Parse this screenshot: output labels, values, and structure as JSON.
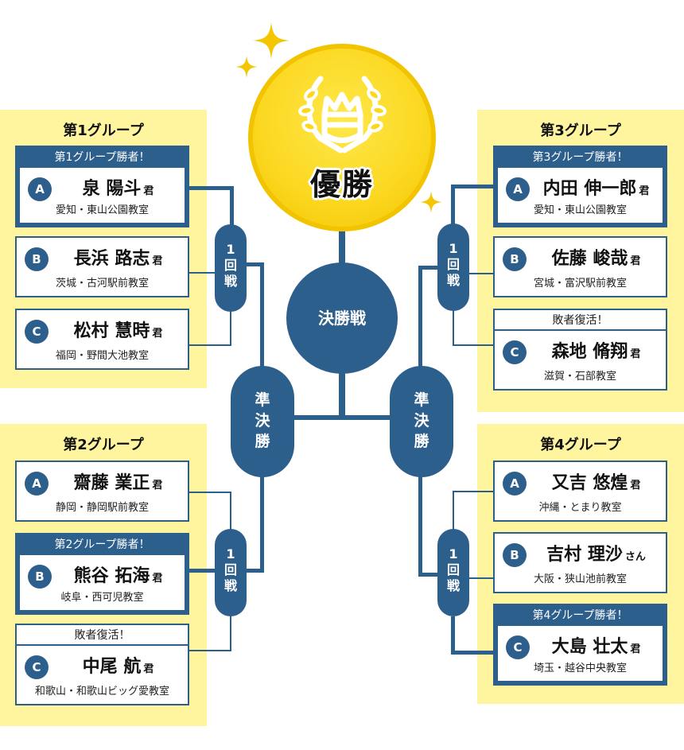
{
  "champion": {
    "label": "優勝",
    "icon": "crown-laurel-icon"
  },
  "rounds": {
    "final": "決勝戦",
    "semifinal": "準決勝",
    "first_round": "1回戦"
  },
  "groups": [
    {
      "title": "第1グループ",
      "players": [
        {
          "seed": "A",
          "name": "泉 陽斗",
          "honorific": "君",
          "school": "愛知・東山公園教室",
          "banner": "第1グループ勝者！",
          "status": "winner"
        },
        {
          "seed": "B",
          "name": "長浜 路志",
          "honorific": "君",
          "school": "茨城・古河駅前教室",
          "banner": "",
          "status": "normal"
        },
        {
          "seed": "C",
          "name": "松村 慧時",
          "honorific": "君",
          "school": "福岡・野間大池教室",
          "banner": "",
          "status": "normal"
        }
      ]
    },
    {
      "title": "第2グループ",
      "players": [
        {
          "seed": "A",
          "name": "齋藤 業正",
          "honorific": "君",
          "school": "静岡・静岡駅前教室",
          "banner": "",
          "status": "normal"
        },
        {
          "seed": "B",
          "name": "熊谷 拓海",
          "honorific": "君",
          "school": "岐阜・西可児教室",
          "banner": "第2グループ勝者！",
          "status": "winner"
        },
        {
          "seed": "C",
          "name": "中尾 航",
          "honorific": "君",
          "school": "和歌山・和歌山ビッグ愛教室",
          "banner": "敗者復活！",
          "status": "revival"
        }
      ]
    },
    {
      "title": "第3グループ",
      "players": [
        {
          "seed": "A",
          "name": "内田 伸一郎",
          "honorific": "君",
          "school": "愛知・東山公園教室",
          "banner": "第3グループ勝者！",
          "status": "winner"
        },
        {
          "seed": "B",
          "name": "佐藤 峻哉",
          "honorific": "君",
          "school": "宮城・富沢駅前教室",
          "banner": "",
          "status": "normal"
        },
        {
          "seed": "C",
          "name": "森地 脩翔",
          "honorific": "君",
          "school": "滋賀・石部教室",
          "banner": "敗者復活！",
          "status": "revival"
        }
      ]
    },
    {
      "title": "第4グループ",
      "players": [
        {
          "seed": "A",
          "name": "又吉 悠煌",
          "honorific": "君",
          "school": "沖縄・とまり教室",
          "banner": "",
          "status": "normal"
        },
        {
          "seed": "B",
          "name": "吉村 理沙",
          "honorific": "さん",
          "school": "大阪・狭山池前教室",
          "banner": "",
          "status": "normal"
        },
        {
          "seed": "C",
          "name": "大島 壮太",
          "honorific": "君",
          "school": "埼玉・越谷中央教室",
          "banner": "第4グループ勝者！",
          "status": "winner"
        }
      ]
    }
  ],
  "colors": {
    "navy": "#2d5f8d",
    "panel_yellow": "#fff59f",
    "gold": "#fbd720"
  }
}
